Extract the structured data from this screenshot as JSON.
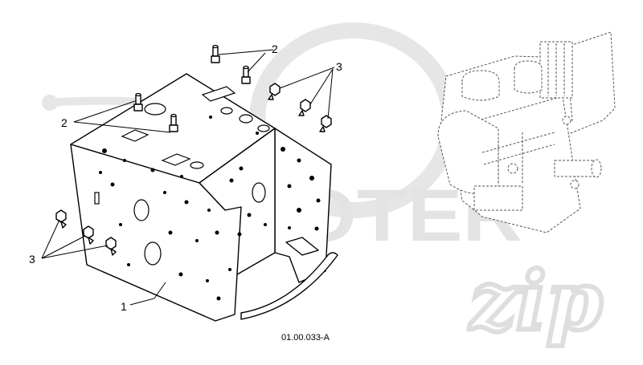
{
  "watermark": {
    "brand": "SCOOTER",
    "script": "zip"
  },
  "callouts": {
    "frame": "1",
    "fitting_top": "2",
    "fitting_left": "2",
    "bolts_top": "3",
    "bolts_left": "3"
  },
  "drawing_code": "01.00.033-A",
  "colors": {
    "line": "#000000",
    "watermark": "#e3e3e3",
    "engine_outline": "#555555"
  }
}
